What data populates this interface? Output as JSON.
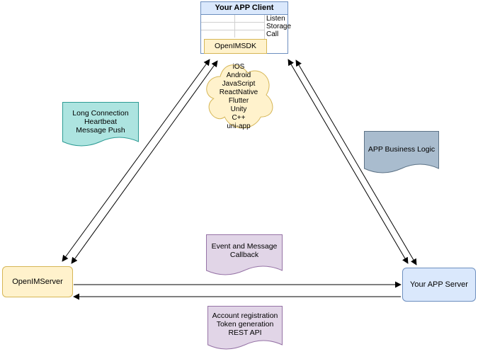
{
  "colors": {
    "blue_fill": "#dae8fc",
    "blue_stroke": "#6c8ebf",
    "yellow_fill": "#fff2cc",
    "yellow_stroke": "#d6b656",
    "teal_fill": "#ade4e0",
    "teal_stroke": "#2d9b94",
    "gray_fill": "#a9bcce",
    "gray_stroke": "#5d7387",
    "purple_fill": "#e1d5e7",
    "purple_stroke": "#9673a6",
    "arrow": "#000000"
  },
  "client": {
    "title": "Your APP Client",
    "interfaces": [
      "Listen",
      "Storage",
      "Call"
    ],
    "sdk": "OpenIMSDK"
  },
  "cloud_platforms": [
    "iOS",
    "Android",
    "JavaScript",
    "ReactNative",
    "Flutter",
    "Unity",
    "C++",
    "uni-app"
  ],
  "notes": {
    "long_connection": [
      "Long Connection",
      "Heartbeat",
      "Message Push"
    ],
    "business_logic": [
      "APP Business Logic"
    ],
    "event_callback": [
      "Event and Message",
      "Callback"
    ],
    "rest_api": [
      "Account registration",
      "Token generation",
      "REST API"
    ]
  },
  "servers": {
    "openim": "OpenIMServer",
    "app": "Your APP Server"
  }
}
